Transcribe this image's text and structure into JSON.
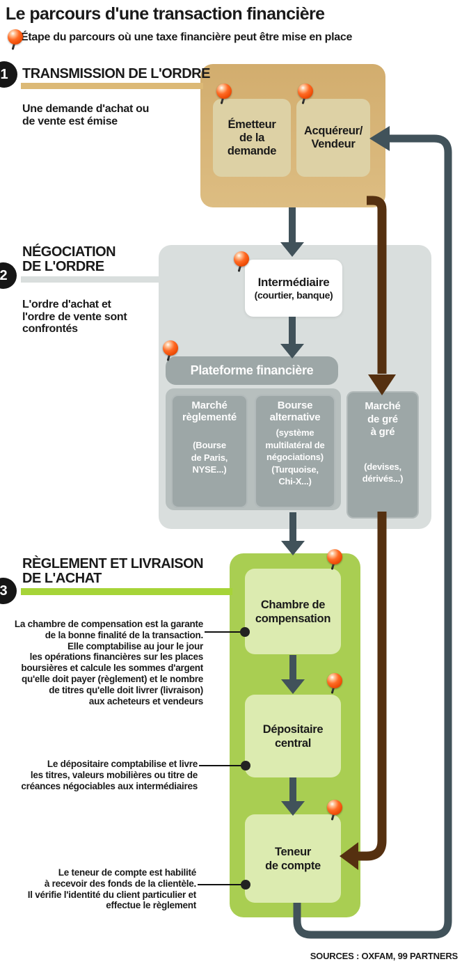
{
  "title": "Le parcours d'une transaction financière",
  "legend": {
    "icon": "pin-icon",
    "text": "Étape du parcours où une taxe financière peut être mise en place"
  },
  "sections": [
    {
      "number": "1",
      "heading": "TRANSMISSION DE L'ORDRE",
      "description": "Une demande d'achat ou\nde vente est émise"
    },
    {
      "number": "2",
      "heading": "NÉGOCIATION\nDE L'ORDRE",
      "description": "L'ordre d'achat et\nl'ordre de vente sont\nconfrontés"
    },
    {
      "number": "3",
      "heading": "RÈGLEMENT ET LIVRAISON\nDE L'ACHAT",
      "description": ""
    }
  ],
  "flow": {
    "emetteur": "Émetteur\nde la\ndemande",
    "acquereur": "Acquéreur/\nVendeur",
    "intermediaire_title": "Intermédiaire",
    "intermediaire_sub": "(courtier, banque)",
    "plateforme": "Plateforme financière",
    "marche_reglemente_title": "Marché\nrèglementé",
    "marche_reglemente_examples": "(Bourse\nde Paris,\nNYSE...)",
    "bourse_alternative_title": "Bourse\nalternative",
    "bourse_alternative_detail": "(système\nmultilatéral de\nnégociations)",
    "bourse_alternative_examples": "(Turquoise,\nChi-X...)",
    "marche_gre_title": "Marché\nde gré\nà gré",
    "marche_gre_examples": "(devises,\ndérivés...)",
    "chambre": "Chambre de\ncompensation",
    "depositaire": "Dépositaire\ncentral",
    "teneur": "Teneur\nde compte"
  },
  "notes": [
    "La chambre de compensation est la garante\nde la bonne finalité de la transaction.\nElle comptabilise au jour le jour\nles opérations financières sur les places\nboursières et calcule les sommes d'argent\nqu'elle doit payer (règlement) et le nombre\nde titres qu'elle doit livrer (livraison)\naux acheteurs et vendeurs",
    "Le dépositaire comptabilise et livre\nles titres, valeurs mobilières ou titre de\ncréances négociables aux intermédiaires",
    "Le teneur de compte est habilité\nà recevoir des fonds de la clientèle.\nIl vérifie l'identité du client particulier et\neffectue le règlement"
  ],
  "sources": "SOURCES : OXFAM, 99 PARTNERS",
  "colors": {
    "tan_container": "#d2ad6e",
    "tan_container_lt": "#ddbd82",
    "tan_light": "#ddd1a5",
    "tan_bar": "#dcb976",
    "gray_container": "#d9dedd",
    "gray_mid": "#b7bfbe",
    "gray_dark": "#9da7a7",
    "green_container": "#a9ce52",
    "green_light": "#dcebb0",
    "green_bar": "#a6d438",
    "slate": "#41525a",
    "brown": "#553010",
    "pin_orange": "#ff6a24",
    "badge_black": "#161616"
  }
}
